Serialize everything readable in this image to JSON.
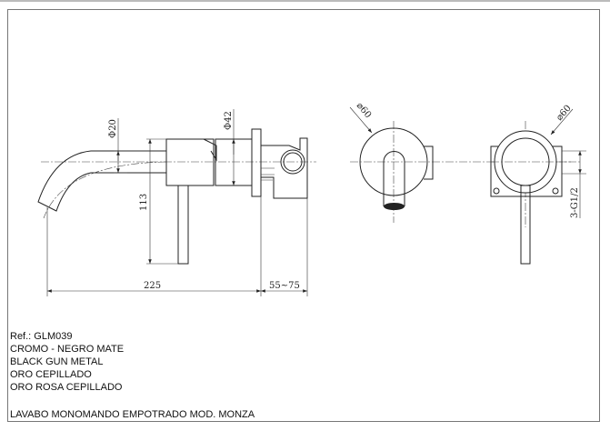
{
  "drawing": {
    "dimensions": {
      "spout_diameter": "Φ20",
      "body_diameter": "Φ42",
      "height": "113",
      "length": "225",
      "depth": "55~75",
      "plate_diameter_spout": "⌀60",
      "plate_diameter_lever": "⌀60",
      "connections": "3-G1/2"
    }
  },
  "info": {
    "ref": "Ref.: GLM039",
    "finishes": [
      "CROMO - NEGRO MATE",
      "BLACK GUN METAL",
      "ORO CEPILLADO",
      "ORO ROSA CEPILLADO"
    ],
    "product_name": "LAVABO MONOMANDO EMPOTRADO MOD. MONZA"
  }
}
